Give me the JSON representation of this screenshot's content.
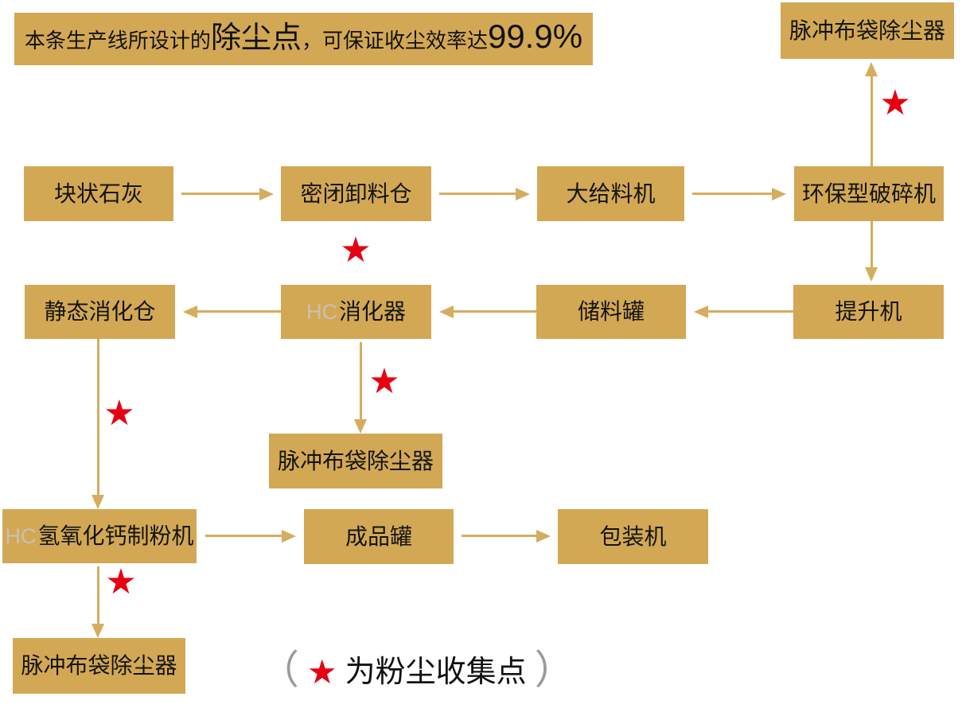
{
  "banner": {
    "text_prefix": "本条生产线所设计的",
    "highlight": "除尘点",
    "text_middle": "，可保证收尘效率达",
    "percent": "99.9%"
  },
  "nodes": {
    "lump_lime": {
      "label": "块状石灰"
    },
    "sealed_unloading_silo": {
      "label": "密闭卸料仓"
    },
    "large_feeder": {
      "label": "大给料机"
    },
    "eco_crusher": {
      "label": "环保型破碎机"
    },
    "pulse_bag_filter_top": {
      "label": "脉冲布袋除尘器"
    },
    "bucket_elevator": {
      "label": "提升机"
    },
    "storage_tank": {
      "label": "储料罐"
    },
    "hc_digester": {
      "prefix": "HC",
      "label": "消化器"
    },
    "static_digestion_silo": {
      "label": "静态消化仓"
    },
    "pulse_bag_filter_mid": {
      "label": "脉冲布袋除尘器"
    },
    "hc_calcium_hydroxide_mill": {
      "prefix": "HC",
      "label": "氢氧化钙制粉机"
    },
    "finished_product_tank": {
      "label": "成品罐"
    },
    "packing_machine": {
      "label": "包装机"
    },
    "pulse_bag_filter_bottom": {
      "label": "脉冲布袋除尘器"
    }
  },
  "star_glyph": "★",
  "legend": {
    "paren_open": "（",
    "star": "★",
    "text": "为粉尘收集点",
    "paren_close": "）"
  },
  "colors": {
    "box_gold": "#D3A855",
    "arrow_gold": "#D6AC5E",
    "star_red": "#E60012",
    "text_dark": "#141414",
    "hc_prefix_light": "#C9C1B0",
    "background": "#FFFFFF"
  }
}
